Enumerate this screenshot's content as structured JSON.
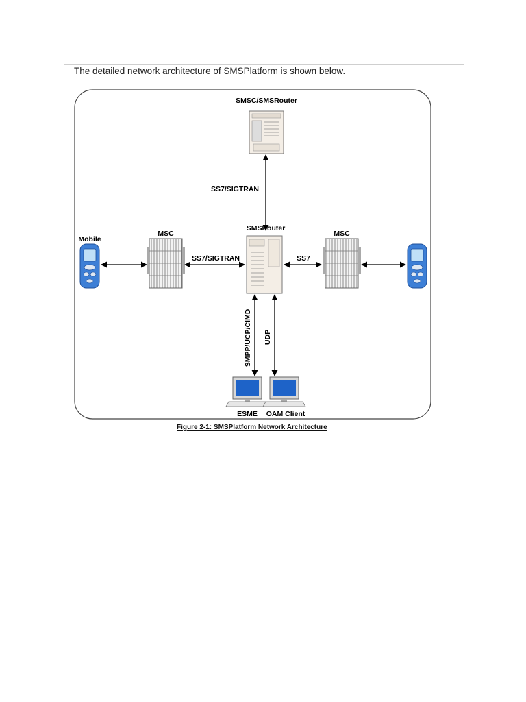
{
  "intro_text": "The detailed network architecture of SMSPlatform is shown below.",
  "diagram": {
    "nodes": {
      "smsc": "SMSC/SMSRouter",
      "smsrouter": "SMSRouter",
      "mobile_left": "Mobile",
      "msc_left": "MSC",
      "msc_right": "MSC",
      "esme": "ESME",
      "oam_client": "OAM Client"
    },
    "links": {
      "smsc_router": "SS7/SIGTRAN",
      "msc_left_router": "SS7/SIGTRAN",
      "router_msc_right": "SS7",
      "router_esme": "SMPP/UCP/CIMD",
      "router_oam": "UDP"
    }
  },
  "caption": "Figure 2-1: SMSPlatform Network Architecture",
  "colors": {
    "server_body": "#f4eee6",
    "phone_blue": "#3d7fd6",
    "screen_blue": "#1e63c8",
    "frame": "#444444"
  }
}
